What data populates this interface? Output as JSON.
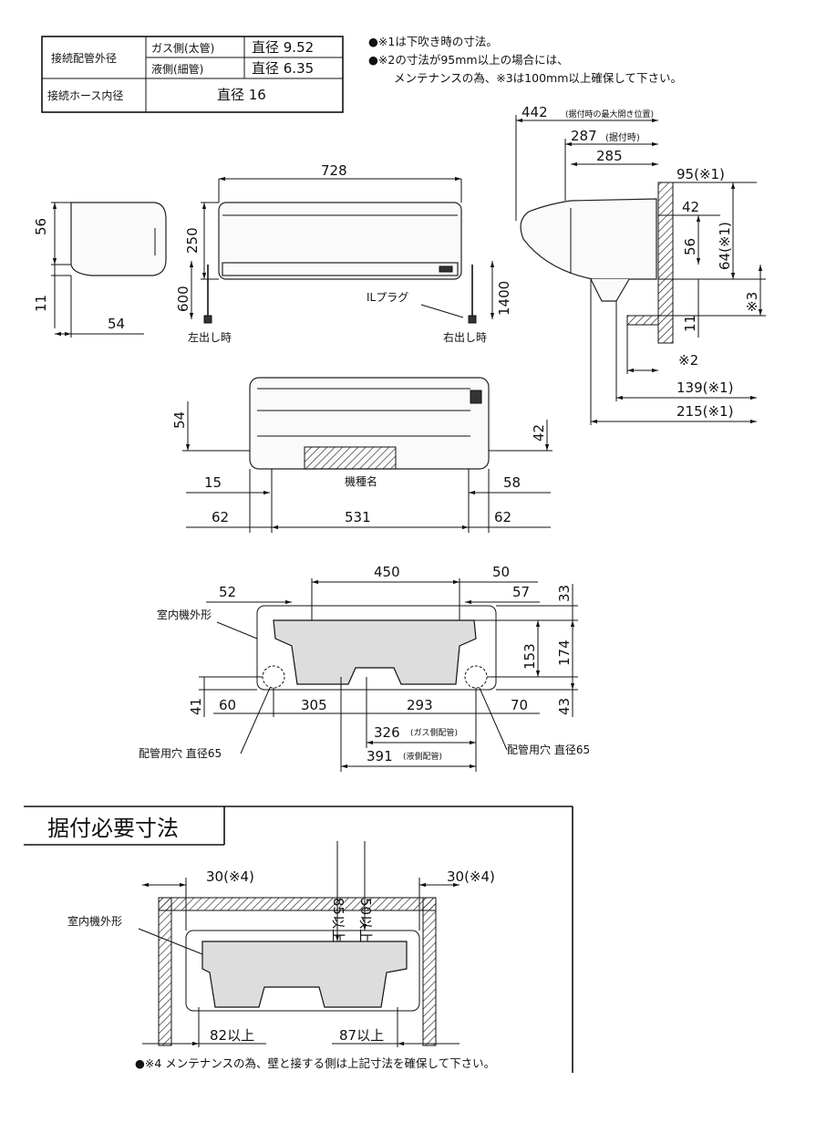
{
  "spec_table": {
    "pipe_label": "接続配管外径",
    "gas_label": "ガス側(太管)",
    "gas_value": "直径 9.52",
    "liquid_label": "液側(細管)",
    "liquid_value": "直径 6.35",
    "hose_label": "接続ホース内径",
    "hose_value": "直径 16"
  },
  "notes": {
    "note1": "●※1は下吹き時の寸法。",
    "note2a": "●※2の寸法が95mm以上の場合には、",
    "note2b": "メンテナンスの為、※3は100mm以上確保して下さい。"
  },
  "front_view": {
    "width": "728",
    "h250": "250",
    "h600": "600",
    "h1400": "1400",
    "plug": "ILプラグ",
    "left_out": "左出し時",
    "right_out": "右出し時"
  },
  "side_small": {
    "h56": "56",
    "h11": "11",
    "w54": "54"
  },
  "side_view": {
    "d442": "442",
    "d442_note": "(据付時の最大開き位置)",
    "d287": "287",
    "d287_note": "(据付時)",
    "d285": "285",
    "d95": "95(※1)",
    "d42": "42",
    "d56": "56",
    "d64": "64(※1)",
    "s3": "※3",
    "d11": "11",
    "s2": "※2",
    "d139": "139(※1)",
    "d215": "215(※1)"
  },
  "bottom_view": {
    "h54": "54",
    "h42": "42",
    "d15": "15",
    "d58": "58",
    "d62l": "62",
    "d531": "531",
    "d62r": "62",
    "model_label": "機種名"
  },
  "plate_view": {
    "d450": "450",
    "d50": "50",
    "d52": "52",
    "d57": "57",
    "d33": "33",
    "d153": "153",
    "d174": "174",
    "d41": "41",
    "d60": "60",
    "d305": "305",
    "d293": "293",
    "d70": "70",
    "d43": "43",
    "d326": "326",
    "d326_note": "(ガス側配管)",
    "d391": "391",
    "d391_note": "(液側配管)",
    "outline_label": "室内機外形",
    "hole_left": "配管用穴 直径65",
    "hole_right": "配管用穴 直径65"
  },
  "install": {
    "title": "据付必要寸法",
    "left30": "30(※4)",
    "right30": "30(※4)",
    "up85": "85以上",
    "up50": "50以上",
    "left82": "82以上",
    "right87": "87以上",
    "outline_label": "室内機外形",
    "note4": "●※4 メンテナンスの為、壁と接する側は上記寸法を確保して下さい。"
  }
}
